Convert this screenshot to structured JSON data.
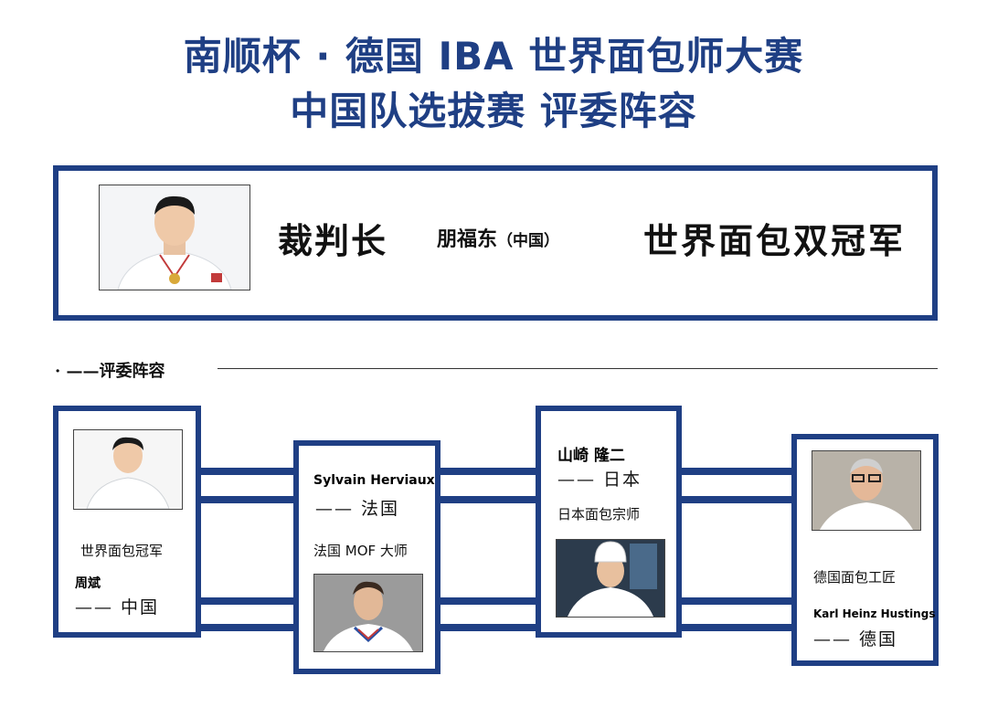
{
  "header": {
    "title_line1": "南顺杯 · 德国 IBA 世界面包师大赛",
    "title_line2": "中国队选拔赛 评委阵容"
  },
  "chief_judge": {
    "role": "裁判长",
    "name": "朋福东",
    "country": "（中国）",
    "title": "世界面包双冠军"
  },
  "section": {
    "label": "· ——评委阵容"
  },
  "judges": [
    {
      "title": "世界面包冠军",
      "name": "周斌",
      "country": "—— 中国"
    },
    {
      "name": "Sylvain Herviaux",
      "country": "—— 法国",
      "title": "法国 MOF 大师"
    },
    {
      "name": "山崎 隆二",
      "country": "—— 日本",
      "title": "日本面包宗师"
    },
    {
      "title": "德国面包工匠",
      "name": "Karl Heinz Hustings",
      "country": "—— 德国"
    }
  ],
  "colors": {
    "brand_blue": "#1f3f84"
  }
}
